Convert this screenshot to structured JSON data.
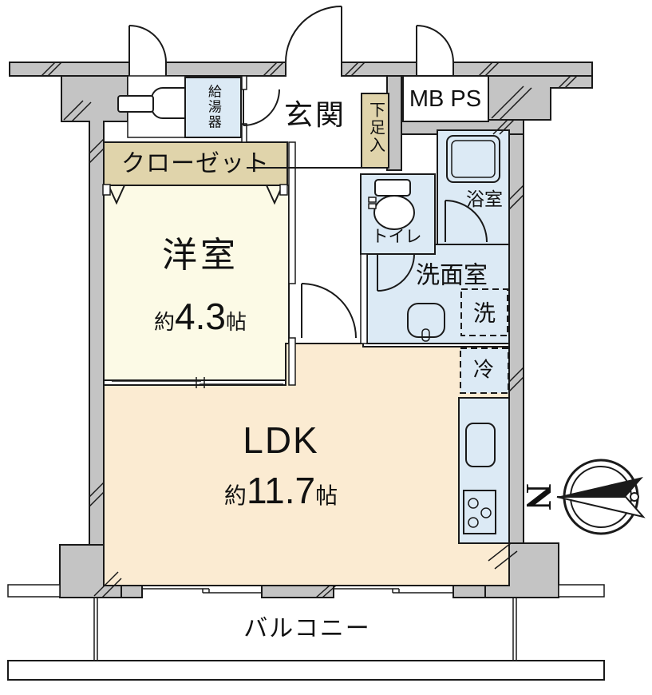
{
  "floorplan": {
    "rooms": {
      "water_heater": {
        "label": "給湯器"
      },
      "entrance": {
        "label": "玄関"
      },
      "shoe_cabinet": {
        "label": "下足入"
      },
      "meter_pipe_space": {
        "label": "MB PS"
      },
      "closet": {
        "label": "クローゼット"
      },
      "western_room": {
        "label": "洋室",
        "size_prefix": "約",
        "size_value": "4.3",
        "size_unit": "帖"
      },
      "toilet": {
        "label": "トイレ"
      },
      "bathroom": {
        "label": "浴室"
      },
      "washroom": {
        "label": "洗面室"
      },
      "washer_space": {
        "label": "洗"
      },
      "refrigerator_space": {
        "label": "冷"
      },
      "ldk": {
        "label": "LDK",
        "size_prefix": "約",
        "size_value": "11.7",
        "size_unit": "帖"
      },
      "balcony": {
        "label": "バルコニー"
      }
    },
    "compass": {
      "north_label": "N"
    },
    "colors": {
      "wall": "#c4c4c4",
      "room_blue": "#dceaf5",
      "room_cream": "#fcfae6",
      "room_peach": "#fbebd2",
      "room_tan": "#e0d4ab",
      "line": "#1a1a1a"
    }
  }
}
